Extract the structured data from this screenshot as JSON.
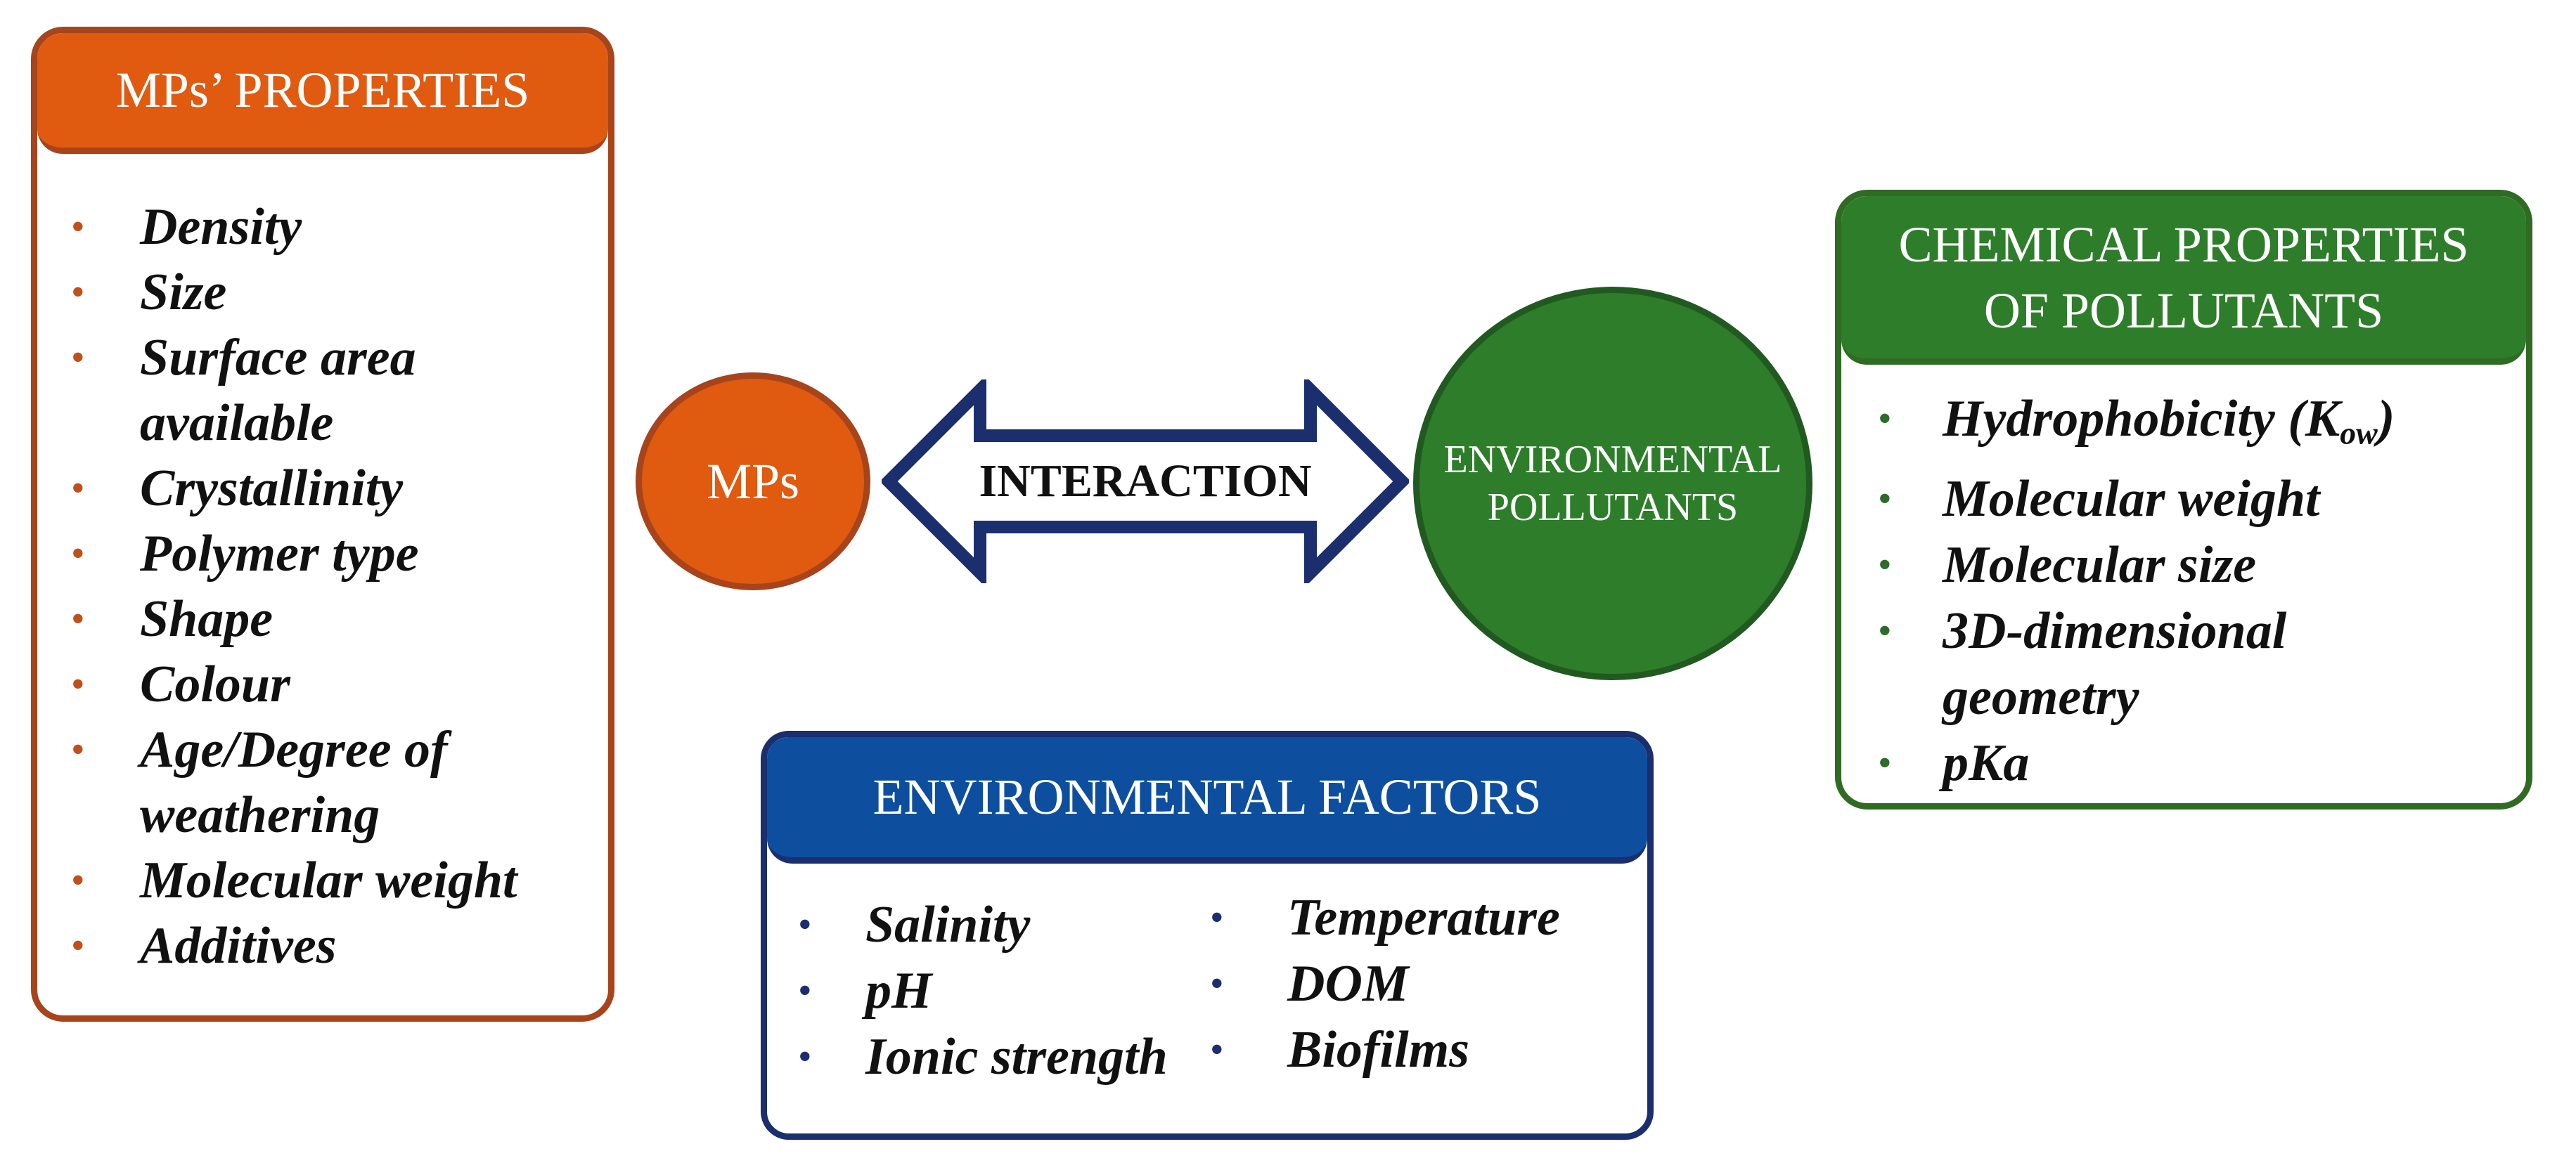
{
  "mp_properties": {
    "title": "MPs’ PROPERTIES",
    "items": [
      {
        "line1": "Density",
        "line2": ""
      },
      {
        "line1": "Size",
        "line2": ""
      },
      {
        "line1": "Surface area",
        "line2": "available"
      },
      {
        "line1": "Crystallinity",
        "line2": ""
      },
      {
        "line1": "Polymer type",
        "line2": ""
      },
      {
        "line1": "Shape",
        "line2": ""
      },
      {
        "line1": "Colour",
        "line2": ""
      },
      {
        "line1": "Age/Degree of",
        "line2": "weathering"
      },
      {
        "line1": "Molecular weight",
        "line2": ""
      },
      {
        "line1": "Additives",
        "line2": ""
      }
    ]
  },
  "mps_node": {
    "label": "MPs"
  },
  "interaction": {
    "label": "INTERACTION"
  },
  "pollutants_node": {
    "line1": "ENVIRONMENTAL",
    "line2": "POLLUTANTS"
  },
  "chemical_properties": {
    "title_line1": "CHEMICAL PROPERTIES",
    "title_line2": "OF POLLUTANTS",
    "hydrophobicity": {
      "text": "Hydrophobicity (K",
      "subscript": "ow",
      "close": ")"
    },
    "items": [
      {
        "line1": "Molecular weight",
        "line2": ""
      },
      {
        "line1": "Molecular size",
        "line2": ""
      },
      {
        "line1": "3D-dimensional",
        "line2": "geometry"
      },
      {
        "line1": "pKa",
        "line2": ""
      }
    ]
  },
  "environmental_factors": {
    "title": "ENVIRONMENTAL FACTORS",
    "left_items": [
      "Salinity",
      "pH",
      "Ionic strength"
    ],
    "right_items": [
      "Temperature",
      "DOM",
      "Biofilms"
    ]
  },
  "colors": {
    "orange_fill": "#e05a10",
    "orange_border": "#a8441b",
    "green_fill": "#2e7d2b",
    "green_border": "#2f6b22",
    "blue_fill": "#0d4f9e",
    "blue_border": "#1b2e6e"
  }
}
